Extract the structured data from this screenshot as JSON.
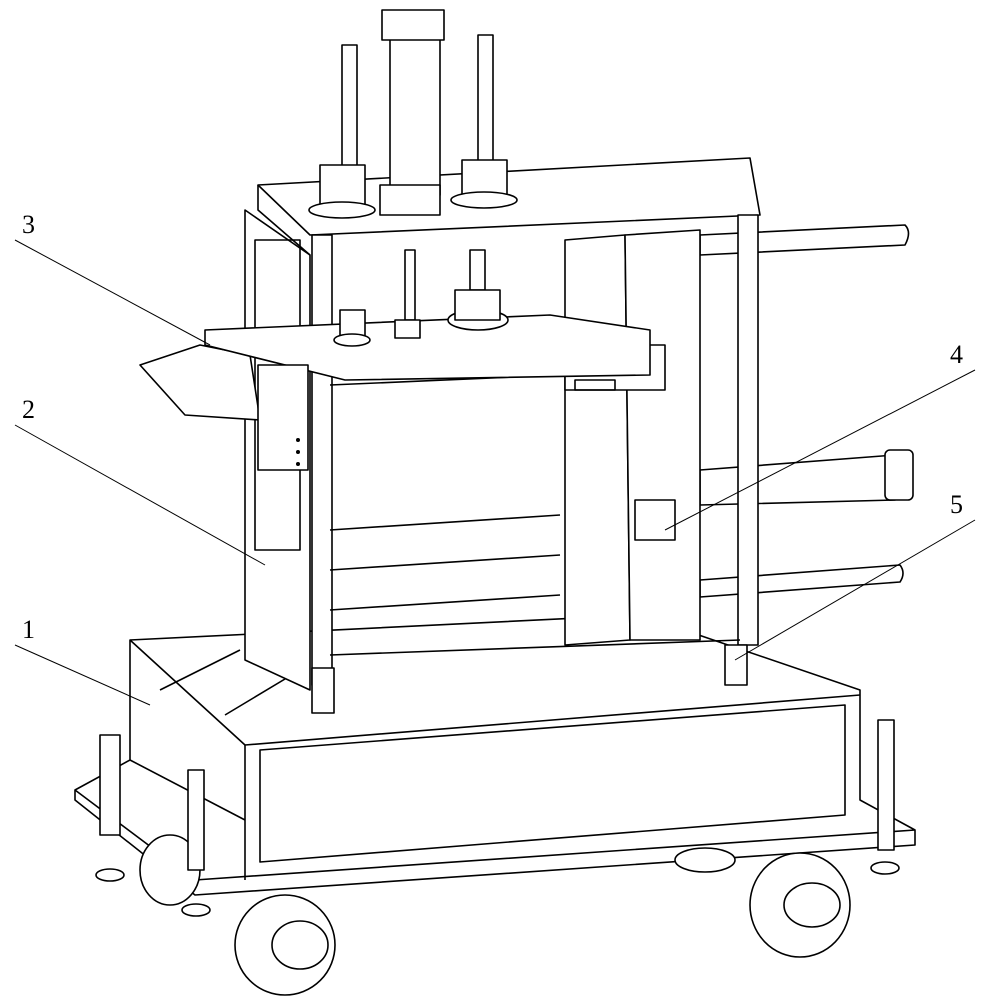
{
  "figure": {
    "callouts": [
      {
        "id": "callout-1",
        "text": "1"
      },
      {
        "id": "callout-2",
        "text": "2"
      },
      {
        "id": "callout-3",
        "text": "3"
      },
      {
        "id": "callout-4",
        "text": "4"
      },
      {
        "id": "callout-5",
        "text": "5"
      }
    ]
  }
}
